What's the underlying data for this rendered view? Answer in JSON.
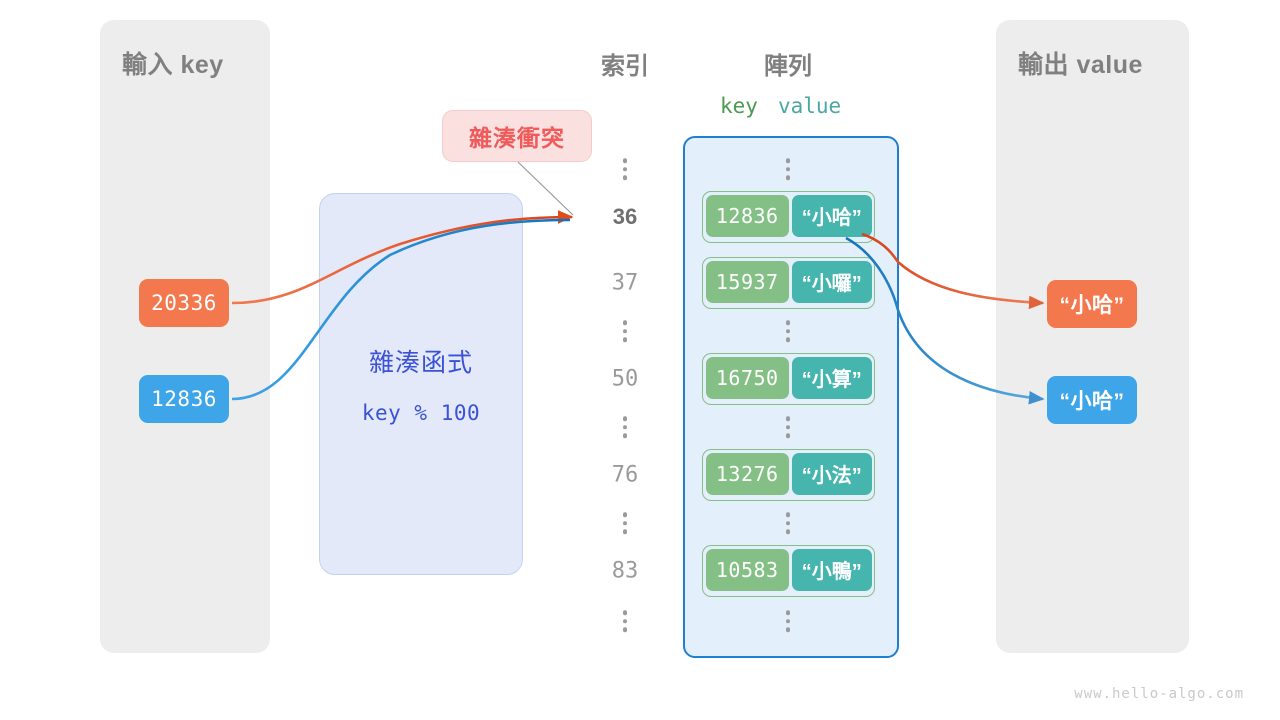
{
  "watermark": "www.hello-algo.com",
  "input_panel": {
    "title": "輸入 key",
    "keys": [
      {
        "label": "20336",
        "color": "#f3784e"
      },
      {
        "label": "12836",
        "color": "#3da5e8"
      }
    ]
  },
  "hash_function": {
    "title": "雜湊函式",
    "formula": "key % 100",
    "fill": "#e4e9fa",
    "text_color": "#3a53d4"
  },
  "collision": {
    "label": "雜湊衝突",
    "fill": "#fbe0e0",
    "text_color": "#ef5a5a"
  },
  "headings": {
    "index": "索引",
    "array": "陣列",
    "key": "key",
    "value": "value",
    "key_color": "#4c9a51",
    "value_color": "#4ba8a0"
  },
  "table": {
    "columns": [
      "索引",
      "key",
      "value"
    ],
    "rows": [
      {
        "index": "⋮",
        "type": "gap",
        "key": "",
        "value": "",
        "highlight": false
      },
      {
        "index": "36",
        "type": "bucket",
        "key": "12836",
        "value": "“小哈”",
        "highlight": true
      },
      {
        "index": "37",
        "type": "bucket",
        "key": "15937",
        "value": "“小囉”",
        "highlight": false
      },
      {
        "index": "⋮",
        "type": "gap",
        "key": "",
        "value": "",
        "highlight": false
      },
      {
        "index": "50",
        "type": "bucket",
        "key": "16750",
        "value": "“小算”",
        "highlight": false
      },
      {
        "index": "⋮",
        "type": "gap",
        "key": "",
        "value": "",
        "highlight": false
      },
      {
        "index": "76",
        "type": "bucket",
        "key": "13276",
        "value": "“小法”",
        "highlight": false
      },
      {
        "index": "⋮",
        "type": "gap",
        "key": "",
        "value": "",
        "highlight": false
      },
      {
        "index": "83",
        "type": "bucket",
        "key": "10583",
        "value": "“小鴨”",
        "highlight": false
      },
      {
        "index": "⋮",
        "type": "gap",
        "key": "",
        "value": "",
        "highlight": false
      }
    ]
  },
  "output_panel": {
    "title": "輸出 value",
    "values": [
      {
        "label": "“小哈”",
        "color": "#f3784e"
      },
      {
        "label": "“小哈”",
        "color": "#3da5e8"
      }
    ]
  },
  "colors": {
    "panel_bg": "#ededed",
    "array_bg": "#e3f0fb",
    "array_border": "#1f7fd0",
    "key_cell": "#84c086",
    "value_cell": "#45b5ae",
    "orange": "#f3784e",
    "orange_arrow": "#e04b16",
    "blue": "#3da5e8",
    "blue_arrow": "#1b7ec4",
    "gray_text": "#808080"
  }
}
